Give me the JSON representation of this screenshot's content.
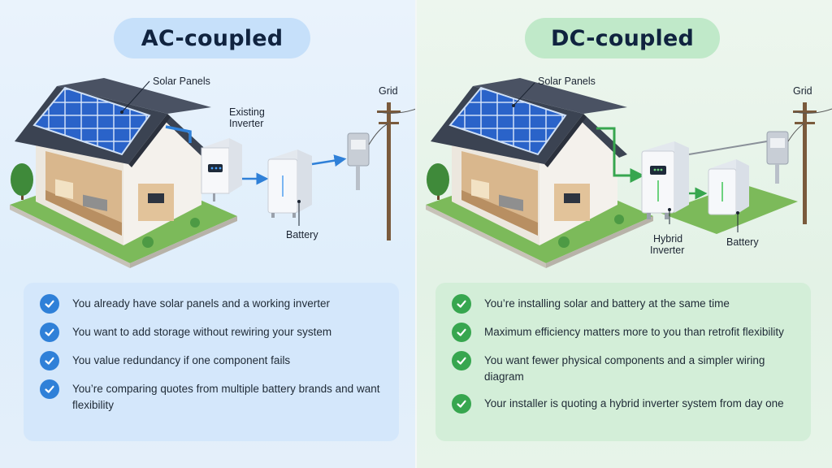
{
  "ac": {
    "title": "AC-coupled",
    "labels": {
      "solar_panels": "Solar Panels",
      "existing_inverter_1": "Existing",
      "existing_inverter_2": "Inverter",
      "grid": "Grid",
      "battery": "Battery"
    },
    "items": [
      "You already have solar panels and a working inverter",
      "You want to add storage without rewiring your system",
      "You value redundancy if one component fails",
      "You’re comparing quotes from multiple battery brands and want flexibility"
    ],
    "accent_color": "#2f80d8"
  },
  "dc": {
    "title": "DC-coupled",
    "labels": {
      "solar_panels": "Solar Panels",
      "grid": "Grid",
      "hybrid_inverter_1": "Hybrid",
      "hybrid_inverter_2": "Inverter",
      "battery": "Battery"
    },
    "items": [
      "You’re installing solar and battery at the same time",
      "Maximum efficiency matters more to you than retrofit flexibility",
      "You want fewer physical components and a simpler wiring diagram",
      "Your installer is quoting a hybrid inverter system from day one"
    ],
    "accent_color": "#37a64f"
  }
}
